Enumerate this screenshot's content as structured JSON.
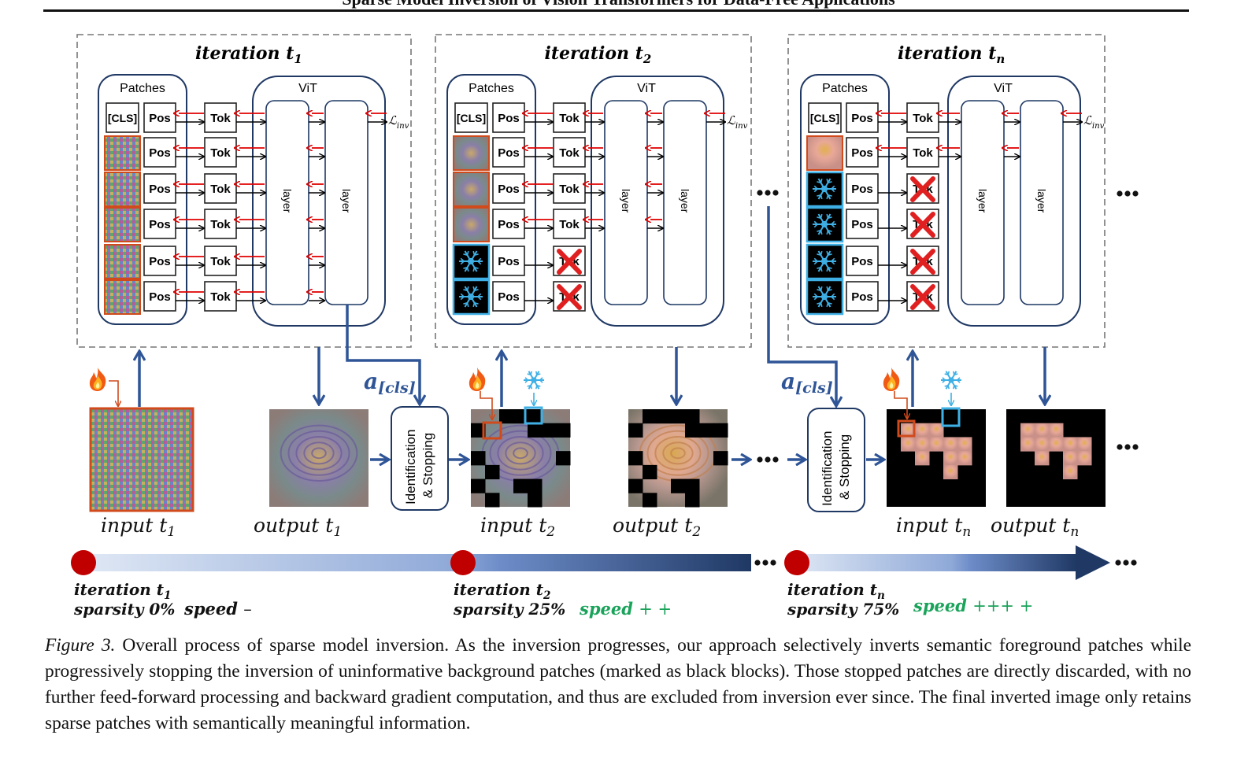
{
  "header": {
    "title": "Sparse Model Inversion of Vision Transformers for Data-Free Applications"
  },
  "colors": {
    "dark_navy": "#1f3864",
    "arrow_blue": "#2f5597",
    "grad_red": "#e00000",
    "fire_orange": "#d04a1c",
    "ice_blue": "#3fb0e6",
    "timeline_dot": "#c00000",
    "speed_green": "#1aa35a",
    "dashed_gray": "#777777"
  },
  "panels": [
    {
      "title": "iteration",
      "sub": "1",
      "patches_label": "Patches",
      "vit_label": "ViT",
      "cls_label": "[CLS]",
      "pos_label": "Pos",
      "tok_label": "Tok",
      "layer_label": "layer",
      "loss_label": "ℒ",
      "loss_sub": "inv",
      "rows": [
        "noise",
        "noise",
        "noise",
        "noise",
        "noise"
      ]
    },
    {
      "title": "iteration",
      "sub": "2",
      "patches_label": "Patches",
      "vit_label": "ViT",
      "cls_label": "[CLS]",
      "pos_label": "Pos",
      "tok_label": "Tok",
      "layer_label": "layer",
      "loss_label": "ℒ",
      "loss_sub": "inv",
      "rows": [
        "rose",
        "rose",
        "rose",
        "frozen",
        "frozen"
      ]
    },
    {
      "title": "iteration",
      "sub": "n",
      "patches_label": "Patches",
      "vit_label": "ViT",
      "cls_label": "[CLS]",
      "pos_label": "Pos",
      "tok_label": "Tok",
      "layer_label": "layer",
      "loss_label": "ℒ",
      "loss_sub": "inv",
      "rows": [
        "real",
        "frozen",
        "frozen",
        "frozen",
        "frozen"
      ]
    }
  ],
  "stop_box_label_1": "Identification",
  "stop_box_label_2": "& Stopping",
  "attn_label": "a",
  "attn_sub": "[cls]",
  "ellipsis": "•••",
  "images": [
    {
      "name": "input",
      "sub": "1",
      "kind": "noise",
      "mask": []
    },
    {
      "name": "output",
      "sub": "1",
      "kind": "rose_synth",
      "mask": []
    },
    {
      "name": "input",
      "sub": "2",
      "kind": "rose_synth",
      "mask": [
        [
          0,
          2
        ],
        [
          0,
          3
        ],
        [
          0,
          4
        ],
        [
          1,
          0
        ],
        [
          1,
          4
        ],
        [
          1,
          5
        ],
        [
          1,
          6
        ],
        [
          3,
          0
        ],
        [
          3,
          6
        ],
        [
          4,
          1
        ],
        [
          5,
          0
        ],
        [
          5,
          3
        ],
        [
          5,
          4
        ],
        [
          6,
          1
        ],
        [
          6,
          4
        ]
      ]
    },
    {
      "name": "output",
      "sub": "2",
      "kind": "rose_real",
      "mask": [
        [
          0,
          1
        ],
        [
          0,
          2
        ],
        [
          0,
          3
        ],
        [
          0,
          4
        ],
        [
          1,
          0
        ],
        [
          1,
          4
        ],
        [
          1,
          5
        ],
        [
          1,
          6
        ],
        [
          3,
          0
        ],
        [
          3,
          6
        ],
        [
          4,
          1
        ],
        [
          5,
          0
        ],
        [
          5,
          3
        ],
        [
          5,
          4
        ],
        [
          6,
          1
        ],
        [
          6,
          4
        ]
      ]
    },
    {
      "name": "input",
      "sub": "n",
      "kind": "sparse",
      "keep": [
        [
          1,
          1
        ],
        [
          1,
          2
        ],
        [
          1,
          3
        ],
        [
          2,
          1
        ],
        [
          2,
          2
        ],
        [
          2,
          3
        ],
        [
          2,
          4
        ],
        [
          2,
          5
        ],
        [
          3,
          2
        ],
        [
          3,
          4
        ],
        [
          3,
          5
        ],
        [
          4,
          4
        ]
      ]
    },
    {
      "name": "output",
      "sub": "n",
      "kind": "sparse",
      "keep": [
        [
          1,
          1
        ],
        [
          1,
          2
        ],
        [
          1,
          3
        ],
        [
          2,
          1
        ],
        [
          2,
          2
        ],
        [
          2,
          3
        ],
        [
          2,
          4
        ],
        [
          2,
          5
        ],
        [
          3,
          2
        ],
        [
          3,
          4
        ],
        [
          3,
          5
        ],
        [
          4,
          4
        ]
      ]
    }
  ],
  "timeline": {
    "progress_stops": 3,
    "milestones": [
      {
        "title": "iteration t",
        "sub": "1",
        "sparsity": "sparsity 0%",
        "speed": "speed",
        "speed_marks": "–",
        "speed_color": "black"
      },
      {
        "title": "iteration t",
        "sub": "2",
        "sparsity": "sparsity 25%",
        "speed": "speed",
        "speed_marks": "+ +",
        "speed_color": "green"
      },
      {
        "title": "iteration t",
        "sub": "n",
        "sparsity": "sparsity 75%",
        "speed": "speed",
        "speed_marks": "+++ +",
        "speed_color": "green"
      }
    ]
  },
  "caption": {
    "label": "Figure 3.",
    "text": " Overall process of sparse model inversion. As the inversion progresses, our approach selectively inverts semantic foreground patches while progressively stopping the inversion of uninformative background patches (marked as black blocks). Those stopped patches are directly discarded, with no further feed-forward processing and backward gradient computation, and thus are excluded from inversion ever since. The final inverted image only retains sparse patches with semantically meaningful information."
  }
}
